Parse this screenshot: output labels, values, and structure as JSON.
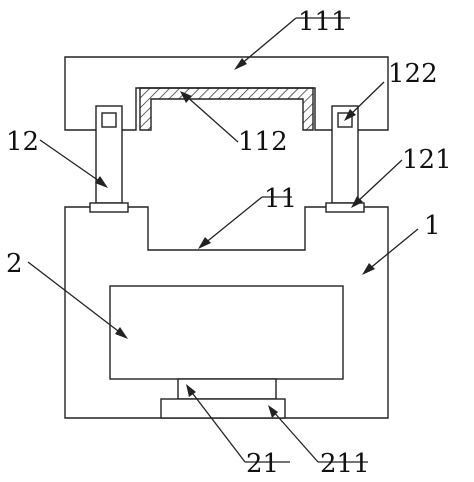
{
  "labels": {
    "l111": "111",
    "l122": "122",
    "l12": "12",
    "l112": "112",
    "l121": "121",
    "l11": "11",
    "l2": "2",
    "l1": "1",
    "l21": "21",
    "l211": "211"
  },
  "colors": {
    "line": "#222222",
    "background": "#ffffff"
  }
}
